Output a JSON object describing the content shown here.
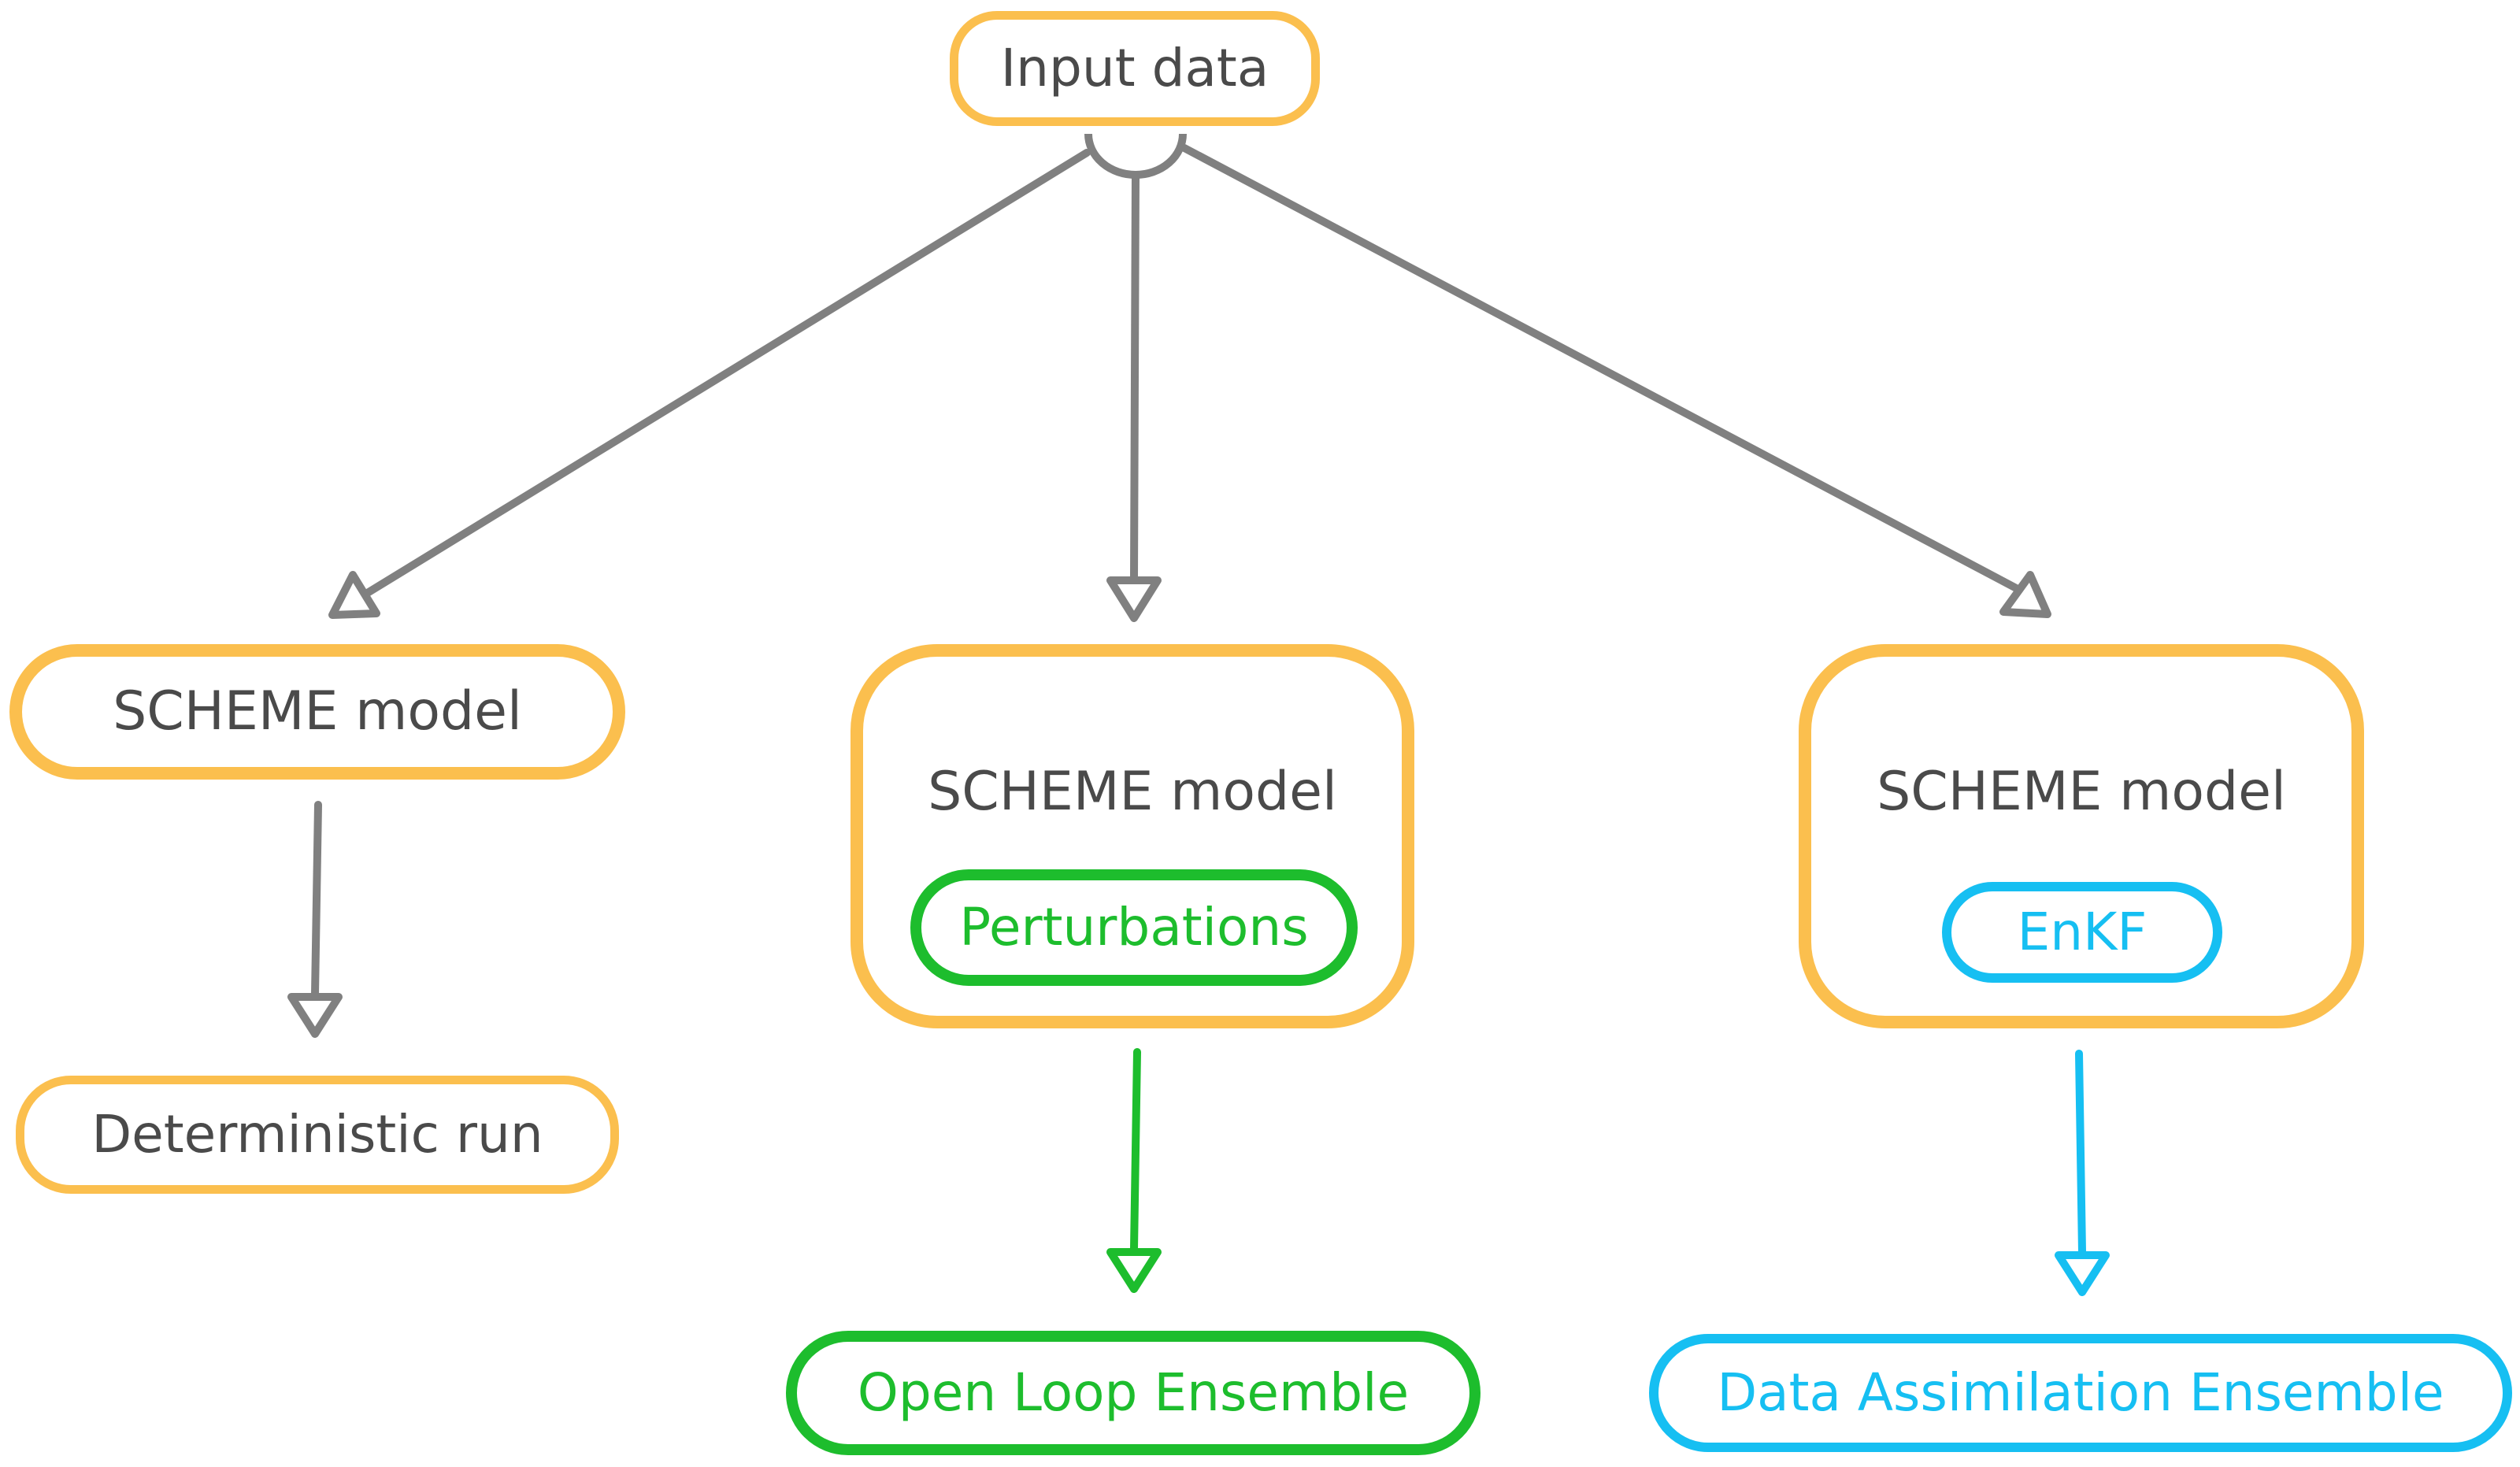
{
  "nodes": {
    "input": "Input data",
    "scheme_left": "SCHEME model",
    "deterministic": "Deterministic run",
    "scheme_center": "SCHEME model",
    "perturbations": "Perturbations",
    "open_loop": "Open Loop Ensemble",
    "scheme_right": "SCHEME model",
    "enkf": "EnKF",
    "data_assimilation": "Data Assimilation Ensemble"
  },
  "colors": {
    "orange": "#fbbf4e",
    "green": "#1dbd2d",
    "blue": "#16bff2",
    "gray_arrow": "#808080",
    "text_gray": "#4a4a4a"
  }
}
